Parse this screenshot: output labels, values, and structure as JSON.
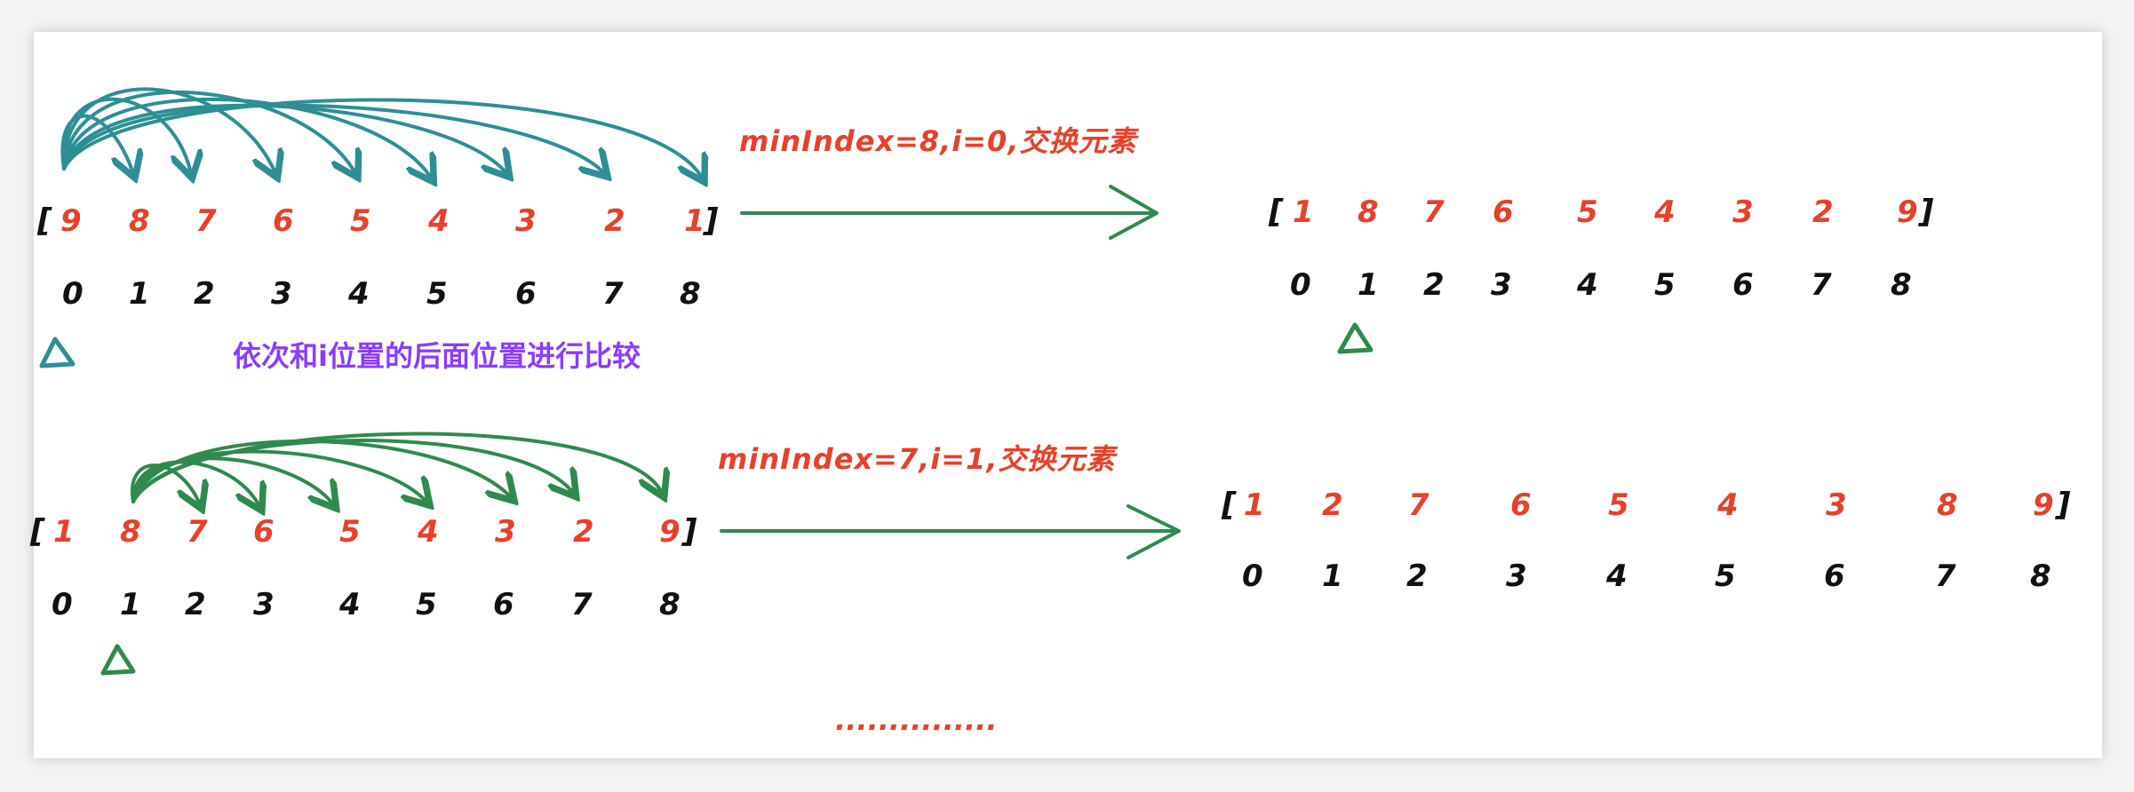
{
  "panels": [
    {
      "before": [
        "9",
        "8",
        "7",
        "6",
        "5",
        "4",
        "3",
        "2",
        "1"
      ],
      "before_indices": [
        "0",
        "1",
        "2",
        "3",
        "4",
        "5",
        "6",
        "7",
        "8"
      ],
      "after": [
        "1",
        "8",
        "7",
        "6",
        "5",
        "4",
        "3",
        "2",
        "9"
      ],
      "after_indices": [
        "0",
        "1",
        "2",
        "3",
        "4",
        "5",
        "6",
        "7",
        "8"
      ],
      "note": "minIndex=8,i=0,交换元素",
      "caption": "依次和i位置的后面位置进行比较"
    },
    {
      "before": [
        "1",
        "8",
        "7",
        "6",
        "5",
        "4",
        "3",
        "2",
        "9"
      ],
      "before_indices": [
        "0",
        "1",
        "2",
        "3",
        "4",
        "5",
        "6",
        "7",
        "8"
      ],
      "after": [
        "1",
        "2",
        "7",
        "6",
        "5",
        "4",
        "3",
        "8",
        "9"
      ],
      "after_indices": [
        "0",
        "1",
        "2",
        "3",
        "4",
        "5",
        "6",
        "7",
        "8"
      ],
      "note": "minIndex=7,i=1,交换元素"
    }
  ],
  "brackets": {
    "open": "[",
    "close": "]"
  },
  "marker_glyph": "△",
  "ellipsis": "...............",
  "colors": {
    "number_red": "#e8402a",
    "index_black": "#111111",
    "teal_arc": "#2d8f95",
    "green_arc": "#2f8a4e",
    "purple_text": "#8a3cff"
  }
}
